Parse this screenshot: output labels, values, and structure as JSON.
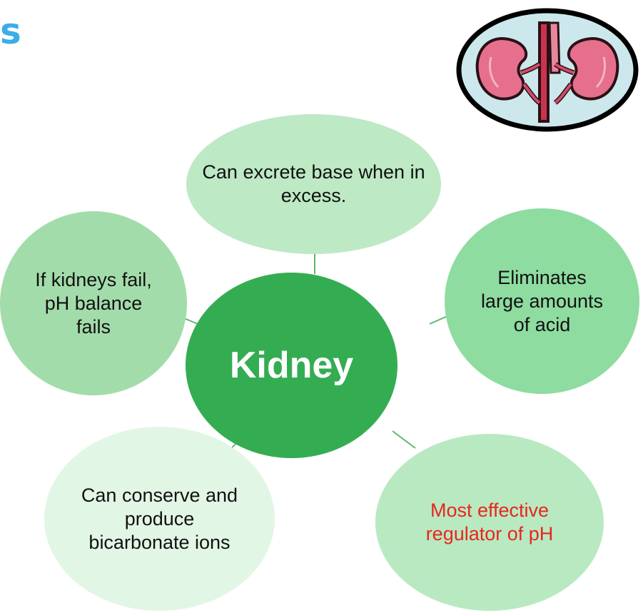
{
  "title_fragment": "s",
  "center": {
    "label": "Kidney"
  },
  "nodes": {
    "top": "Can excrete base when in excess.",
    "left": "If kidneys fail, pH balance fails",
    "right": "Eliminates large amounts of acid",
    "bottom_left": "Can conserve and produce bicarbonate ions",
    "bottom_right": "Most effective regulator of pH"
  },
  "colors": {
    "center": "#34ad52",
    "highlight_text": "#e8261e",
    "title": "#3aaee8",
    "connector": "#5cb86e"
  },
  "icon": "kidney-icon"
}
